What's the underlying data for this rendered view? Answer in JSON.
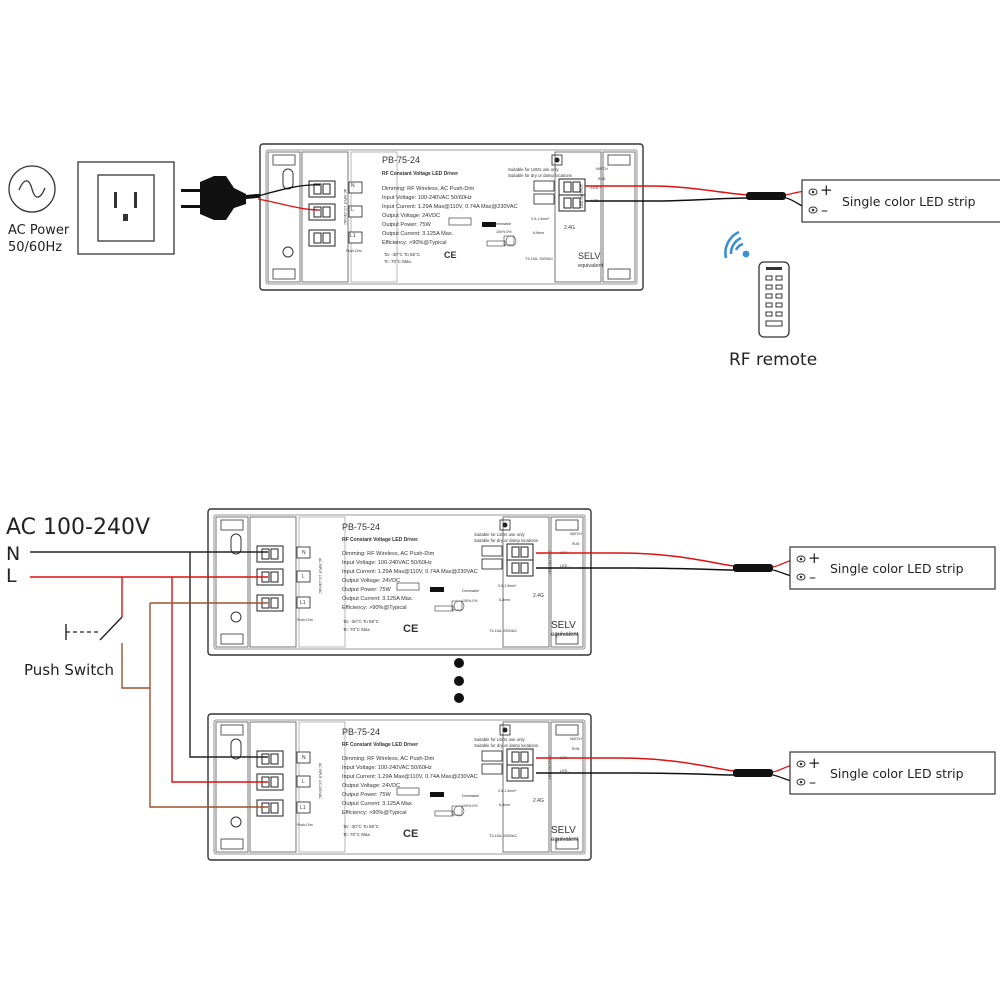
{
  "diagram1": {
    "ac_power_label_line1": "AC Power",
    "ac_power_label_line2": "50/60Hz",
    "rf_remote_label": "RF remote",
    "strip_label": "Single color LED strip",
    "strip_plus": "+",
    "strip_minus": "–"
  },
  "diagram2": {
    "ac_label": "AC 100-240V",
    "n_label": "N",
    "l_label": "L",
    "push_switch_label": "Push Switch",
    "strip_label": "Single color LED strip",
    "strip_plus": "+",
    "strip_minus": "–"
  },
  "driver": {
    "model": "PB-75-24",
    "subtitle": "RF Constant Voltage LED Driver",
    "specs": [
      "Dimming: RF Wireless, AC Push-Dim",
      "Input Voltage: 100-240VAC 50/60Hz",
      "Input Current: 1.29A Max@110V, 0.74A Max@230VAC",
      "Output Voltage: 24VDC",
      "Output Power: 75W",
      "Output Current: 3.125A Max.",
      "Efficiency: >90%@Typical"
    ],
    "ta": "Ta: -30°C To 55°C",
    "tc": "Tc: 70°C Max.",
    "suitable_line1": "Suitable for LEDs use only",
    "suitable_line2": "Suitable for dry or damp locations",
    "selv": "SELV",
    "equivalent": "equivalent",
    "dimmable": "Dimmable",
    "dim_range": "100%-0%",
    "wire_gauge": "0.5-1.5mm²",
    "strip_len": "6-8mm",
    "freq": "2.4G",
    "fuse": "T3.15A, 250VAC",
    "ce": "CE",
    "terminal_n": "N",
    "terminal_l": "L",
    "terminal_l1": "L1",
    "push_dim": "Push-Dim",
    "ac_input": "AC INPUT 100-240VAC",
    "led_output": "LED OUTPUT",
    "led_plus": "LED +",
    "led_minus": "LED -",
    "match": "MATCH",
    "run": "RUN"
  }
}
